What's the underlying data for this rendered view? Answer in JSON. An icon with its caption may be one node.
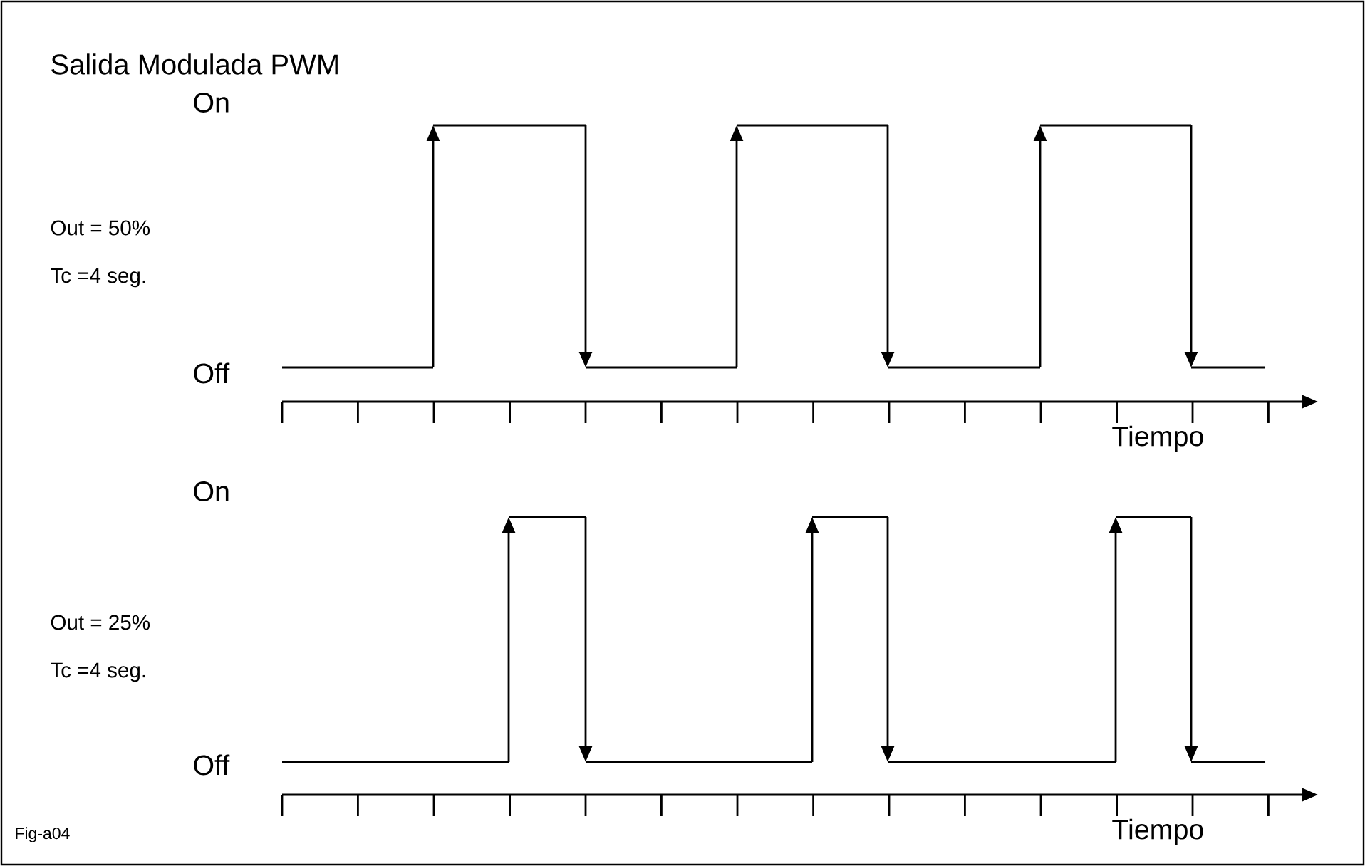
{
  "diagram": {
    "title": "Salida Modulada PWM",
    "labels": [
      "On",
      "Out = 50%",
      "Tc =4 seg.",
      "Off",
      "Tiempo",
      "On",
      "Out = 25%",
      "Tc =4 seg.",
      "Off",
      "Tiempo",
      "Fig-a04"
    ]
  }
}
